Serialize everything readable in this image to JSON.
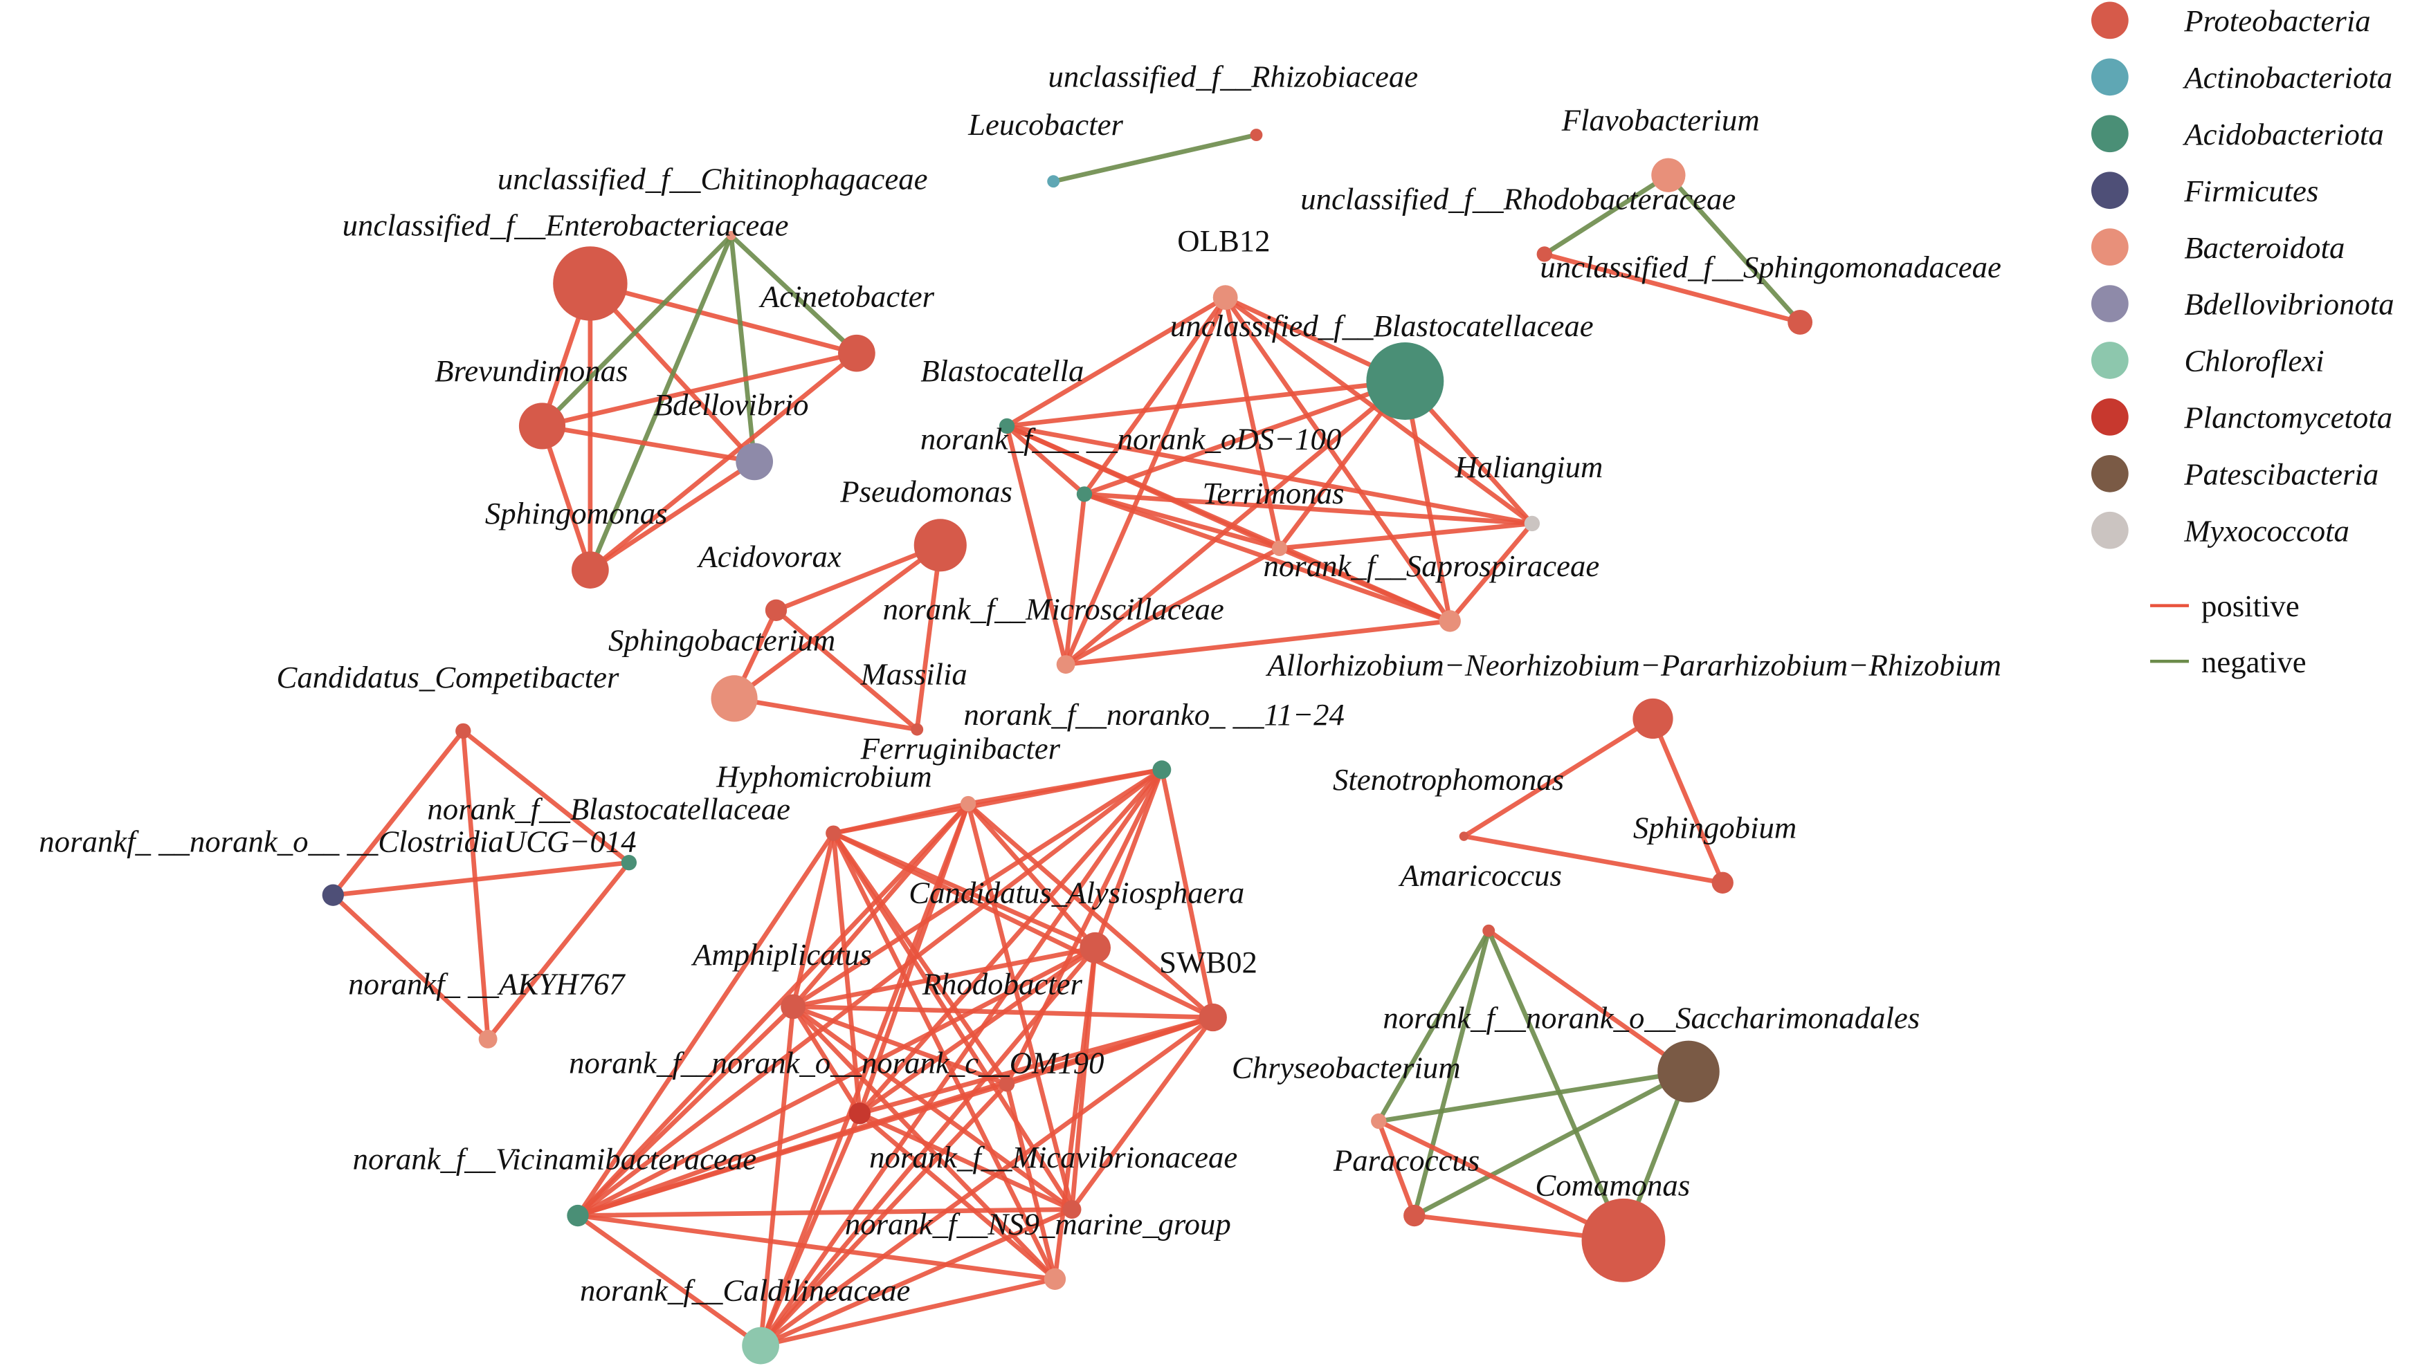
{
  "colors": {
    "phyla": {
      "Proteobacteria": "#d65a4a",
      "Actinobacteriota": "#5fa7b4",
      "Acidobacteriota": "#4a8f76",
      "Firmicutes": "#4e4f77",
      "Bacteroidota": "#e8907a",
      "Bdellovibrionota": "#8e8aa9",
      "Chloroflexi": "#8dc7ad",
      "Planctomycetota": "#c7382e",
      "Patescibacteria": "#7a5a45",
      "Myxococcota": "#cbc4c1"
    },
    "positive": "#e9533d",
    "negative": "#6b8b4a"
  },
  "legend": {
    "phyla": [
      "Proteobacteria",
      "Actinobacteriota",
      "Acidobacteriota",
      "Firmicutes",
      "Bacteroidota",
      "Bdellovibrionota",
      "Chloroflexi",
      "Planctomycetota",
      "Patescibacteria",
      "Myxococcota"
    ],
    "positive": "positive",
    "negative": "negative"
  },
  "nodes": [
    {
      "id": "ent",
      "label": "unclassified_f__Enterobacteriaceae",
      "phylum": "Proteobacteria",
      "size": 24
    },
    {
      "id": "chi",
      "label": "unclassified_f__Chitinophagaceae",
      "phylum": "Bacteroidota",
      "size": 3
    },
    {
      "id": "aci",
      "label": "Acinetobacter",
      "phylum": "Proteobacteria",
      "size": 12
    },
    {
      "id": "bre",
      "label": "Brevundimonas",
      "phylum": "Proteobacteria",
      "size": 15
    },
    {
      "id": "bde",
      "label": "Bdellovibrio",
      "phylum": "Bdellovibrionota",
      "size": 12
    },
    {
      "id": "sph",
      "label": "Sphingomonas",
      "phylum": "Proteobacteria",
      "size": 12
    },
    {
      "id": "leu",
      "label": "Leucobacter",
      "phylum": "Actinobacteriota",
      "size": 4
    },
    {
      "id": "rhz",
      "label": "unclassified_f__Rhizobiaceae",
      "phylum": "Proteobacteria",
      "size": 4
    },
    {
      "id": "fla",
      "label": "Flavobacterium",
      "phylum": "Bacteroidota",
      "size": 11
    },
    {
      "id": "rbc",
      "label": "unclassified_f__Rhodobacteraceae",
      "phylum": "Proteobacteria",
      "size": 5
    },
    {
      "id": "smd",
      "label": "unclassified_f__Sphingomonadaceae",
      "phylum": "Proteobacteria",
      "size": 8
    },
    {
      "id": "olb",
      "label": "OLB12",
      "phylum": "Bacteroidota",
      "size": 8
    },
    {
      "id": "ubl",
      "label": "unclassified_f__Blastocatellaceae",
      "phylum": "Acidobacteriota",
      "size": 25
    },
    {
      "id": "bla",
      "label": "Blastocatella",
      "phylum": "Acidobacteriota",
      "size": 5
    },
    {
      "id": "ds1",
      "label": "norank_f___ __norank_oDS−100",
      "phylum": "Acidobacteriota",
      "size": 5
    },
    {
      "id": "hal",
      "label": "Haliangium",
      "phylum": "Myxococcota",
      "size": 5
    },
    {
      "id": "ter",
      "label": "Terrimonas",
      "phylum": "Bacteroidota",
      "size": 5
    },
    {
      "id": "sap",
      "label": "norank_f__Saprospiraceae",
      "phylum": "Bacteroidota",
      "size": 7
    },
    {
      "id": "mic",
      "label": "norank_f__Microscillaceae",
      "phylum": "Bacteroidota",
      "size": 6
    },
    {
      "id": "pse",
      "label": "Pseudomonas",
      "phylum": "Proteobacteria",
      "size": 17
    },
    {
      "id": "acv",
      "label": "Acidovorax",
      "phylum": "Proteobacteria",
      "size": 7
    },
    {
      "id": "sbt",
      "label": "Sphingobacterium",
      "phylum": "Bacteroidota",
      "size": 15
    },
    {
      "id": "mas",
      "label": "Massilia",
      "phylum": "Proteobacteria",
      "size": 4
    },
    {
      "id": "fer",
      "label": "Ferruginibacter",
      "phylum": "Bacteroidota",
      "size": 0
    },
    {
      "id": "all",
      "label": "Allorhizobium−Neorhizobium−Pararhizobium−Rhizobium",
      "phylum": "Proteobacteria",
      "size": 13
    },
    {
      "id": "ste",
      "label": "Stenotrophomonas",
      "phylum": "Proteobacteria",
      "size": 3
    },
    {
      "id": "sbm",
      "label": "Sphingobium",
      "phylum": "Proteobacteria",
      "size": 7
    },
    {
      "id": "ama",
      "label": "Amaricoccus",
      "phylum": "Proteobacteria",
      "size": 0
    },
    {
      "id": "com",
      "label": "Candidatus_Competibacter",
      "phylum": "Proteobacteria",
      "size": 5
    },
    {
      "id": "clo",
      "label": "norankf_ __norank_o__ __ClostridiaUCG−014",
      "phylum": "Firmicutes",
      "size": 7
    },
    {
      "id": "nbl",
      "label": "norank_f__Blastocatellaceae",
      "phylum": "Acidobacteriota",
      "size": 5
    },
    {
      "id": "aky",
      "label": "norankf_ __AKYH767",
      "phylum": "Bacteroidota",
      "size": 6
    },
    {
      "id": "n11",
      "label": "norank_f__noranko_ __11−24",
      "phylum": "Acidobacteriota",
      "size": 6
    },
    {
      "id": "hyp",
      "label": "Hyphomicrobium",
      "phylum": "Proteobacteria",
      "size": 5
    },
    {
      "id": "cal2",
      "label": "Candidatus_Alysiosphaera",
      "phylum": "Bacteroidota",
      "size": 5
    },
    {
      "id": "rho",
      "label": "Rhodobacter",
      "phylum": "Proteobacteria",
      "size": 10
    },
    {
      "id": "swb",
      "label": "SWB02",
      "phylum": "Proteobacteria",
      "size": 9
    },
    {
      "id": "amp",
      "label": "Amphiplicatus",
      "phylum": "Proteobacteria",
      "size": 8
    },
    {
      "id": "om",
      "label": "norank_f__norank_o__norank_c__OM190",
      "phylum": "Planctomycetota",
      "size": 7
    },
    {
      "id": "mca",
      "label": "norank_f__Micavibrionaceae",
      "phylum": "Proteobacteria",
      "size": 5
    },
    {
      "id": "ns9",
      "label": "norank_f__NS9_marine_group",
      "phylum": "Proteobacteria",
      "size": 6
    },
    {
      "id": "vic",
      "label": "norank_f__Vicinamibacteraceae",
      "phylum": "Acidobacteriota",
      "size": 7
    },
    {
      "id": "cld",
      "label": "norank_f__Caldilineaceae",
      "phylum": "Chloroflexi",
      "size": 12
    },
    {
      "id": "bx",
      "label": "",
      "phylum": "Bacteroidota",
      "size": 7
    },
    {
      "id": "sx",
      "label": "",
      "phylum": "Proteobacteria",
      "size": 4
    },
    {
      "id": "sac",
      "label": "norank_f__norank_o__Saccharimonadales",
      "phylum": "Patescibacteria",
      "size": 20
    },
    {
      "id": "chr",
      "label": "Chryseobacterium",
      "phylum": "Bacteroidota",
      "size": 5
    },
    {
      "id": "par",
      "label": "Paracoccus",
      "phylum": "Proteobacteria",
      "size": 7
    },
    {
      "id": "cmm",
      "label": "Comamonas",
      "phylum": "Proteobacteria",
      "size": 27
    }
  ],
  "edges": [
    [
      "ent",
      "aci",
      "+"
    ],
    [
      "ent",
      "bre",
      "+"
    ],
    [
      "ent",
      "bde",
      "+"
    ],
    [
      "ent",
      "sph",
      "+"
    ],
    [
      "chi",
      "aci",
      "-"
    ],
    [
      "chi",
      "bre",
      "-"
    ],
    [
      "chi",
      "bde",
      "-"
    ],
    [
      "chi",
      "sph",
      "-"
    ],
    [
      "bre",
      "aci",
      "+"
    ],
    [
      "bre",
      "bde",
      "+"
    ],
    [
      "bre",
      "sph",
      "+"
    ],
    [
      "aci",
      "sph",
      "+"
    ],
    [
      "sph",
      "bde",
      "+"
    ],
    [
      "leu",
      "rhz",
      "-"
    ],
    [
      "fla",
      "rbc",
      "-"
    ],
    [
      "fla",
      "smd",
      "-"
    ],
    [
      "rbc",
      "smd",
      "+"
    ],
    [
      "olb",
      "bla",
      "+"
    ],
    [
      "olb",
      "ds1",
      "+"
    ],
    [
      "olb",
      "ter",
      "+"
    ],
    [
      "olb",
      "sap",
      "+"
    ],
    [
      "olb",
      "hal",
      "+"
    ],
    [
      "olb",
      "ubl",
      "+"
    ],
    [
      "olb",
      "mic",
      "+"
    ],
    [
      "ubl",
      "bla",
      "+"
    ],
    [
      "ubl",
      "ds1",
      "+"
    ],
    [
      "ubl",
      "ter",
      "+"
    ],
    [
      "ubl",
      "sap",
      "+"
    ],
    [
      "ubl",
      "hal",
      "+"
    ],
    [
      "ubl",
      "mic",
      "+"
    ],
    [
      "bla",
      "ds1",
      "+"
    ],
    [
      "bla",
      "ter",
      "+"
    ],
    [
      "bla",
      "sap",
      "+"
    ],
    [
      "bla",
      "hal",
      "+"
    ],
    [
      "bla",
      "mic",
      "+"
    ],
    [
      "ds1",
      "ter",
      "+"
    ],
    [
      "ds1",
      "sap",
      "+"
    ],
    [
      "ds1",
      "hal",
      "+"
    ],
    [
      "ds1",
      "mic",
      "+"
    ],
    [
      "ter",
      "hal",
      "+"
    ],
    [
      "ter",
      "sap",
      "+"
    ],
    [
      "sap",
      "hal",
      "+"
    ],
    [
      "mic",
      "sap",
      "+"
    ],
    [
      "mic",
      "ter",
      "+"
    ],
    [
      "pse",
      "acv",
      "+"
    ],
    [
      "pse",
      "sbt",
      "+"
    ],
    [
      "pse",
      "mas",
      "+"
    ],
    [
      "acv",
      "sbt",
      "+"
    ],
    [
      "acv",
      "mas",
      "+"
    ],
    [
      "sbt",
      "mas",
      "+"
    ],
    [
      "all",
      "ste",
      "+"
    ],
    [
      "all",
      "sbm",
      "+"
    ],
    [
      "ste",
      "sbm",
      "+"
    ],
    [
      "com",
      "clo",
      "+"
    ],
    [
      "com",
      "nbl",
      "+"
    ],
    [
      "com",
      "aky",
      "+"
    ],
    [
      "clo",
      "nbl",
      "+"
    ],
    [
      "clo",
      "aky",
      "+"
    ],
    [
      "nbl",
      "aky",
      "+"
    ],
    [
      "hyp",
      "cal2",
      "+"
    ],
    [
      "hyp",
      "n11",
      "+"
    ],
    [
      "hyp",
      "rho",
      "+"
    ],
    [
      "hyp",
      "swb",
      "+"
    ],
    [
      "hyp",
      "amp",
      "+"
    ],
    [
      "hyp",
      "om",
      "+"
    ],
    [
      "hyp",
      "mca",
      "+"
    ],
    [
      "hyp",
      "ns9",
      "+"
    ],
    [
      "hyp",
      "vic",
      "+"
    ],
    [
      "hyp",
      "bx",
      "+"
    ],
    [
      "cal2",
      "n11",
      "+"
    ],
    [
      "cal2",
      "rho",
      "+"
    ],
    [
      "cal2",
      "swb",
      "+"
    ],
    [
      "cal2",
      "amp",
      "+"
    ],
    [
      "cal2",
      "om",
      "+"
    ],
    [
      "cal2",
      "ns9",
      "+"
    ],
    [
      "cal2",
      "vic",
      "+"
    ],
    [
      "cal2",
      "cld",
      "+"
    ],
    [
      "n11",
      "rho",
      "+"
    ],
    [
      "n11",
      "swb",
      "+"
    ],
    [
      "n11",
      "amp",
      "+"
    ],
    [
      "n11",
      "om",
      "+"
    ],
    [
      "n11",
      "mca",
      "+"
    ],
    [
      "n11",
      "vic",
      "+"
    ],
    [
      "n11",
      "cld",
      "+"
    ],
    [
      "rho",
      "amp",
      "+"
    ],
    [
      "rho",
      "om",
      "+"
    ],
    [
      "rho",
      "ns9",
      "+"
    ],
    [
      "rho",
      "vic",
      "+"
    ],
    [
      "rho",
      "cld",
      "+"
    ],
    [
      "rho",
      "bx",
      "+"
    ],
    [
      "swb",
      "amp",
      "+"
    ],
    [
      "swb",
      "om",
      "+"
    ],
    [
      "swb",
      "mca",
      "+"
    ],
    [
      "swb",
      "ns9",
      "+"
    ],
    [
      "swb",
      "vic",
      "+"
    ],
    [
      "swb",
      "cld",
      "+"
    ],
    [
      "amp",
      "om",
      "+"
    ],
    [
      "amp",
      "mca",
      "+"
    ],
    [
      "amp",
      "ns9",
      "+"
    ],
    [
      "amp",
      "bx",
      "+"
    ],
    [
      "amp",
      "cld",
      "+"
    ],
    [
      "om",
      "ns9",
      "+"
    ],
    [
      "om",
      "vic",
      "+"
    ],
    [
      "om",
      "bx",
      "+"
    ],
    [
      "om",
      "cld",
      "+"
    ],
    [
      "mca",
      "vic",
      "+"
    ],
    [
      "mca",
      "cld",
      "+"
    ],
    [
      "mca",
      "bx",
      "+"
    ],
    [
      "ns9",
      "vic",
      "+"
    ],
    [
      "ns9",
      "cld",
      "+"
    ],
    [
      "vic",
      "cld",
      "+"
    ],
    [
      "vic",
      "bx",
      "+"
    ],
    [
      "cld",
      "bx",
      "+"
    ],
    [
      "vic",
      "amp",
      "+"
    ],
    [
      "sx",
      "sac",
      "+"
    ],
    [
      "sx",
      "chr",
      "-"
    ],
    [
      "sx",
      "par",
      "-"
    ],
    [
      "sx",
      "cmm",
      "-"
    ],
    [
      "chr",
      "sac",
      "-"
    ],
    [
      "par",
      "sac",
      "-"
    ],
    [
      "sac",
      "cmm",
      "-"
    ],
    [
      "chr",
      "cmm",
      "+"
    ],
    [
      "chr",
      "par",
      "+"
    ],
    [
      "par",
      "cmm",
      "+"
    ]
  ]
}
